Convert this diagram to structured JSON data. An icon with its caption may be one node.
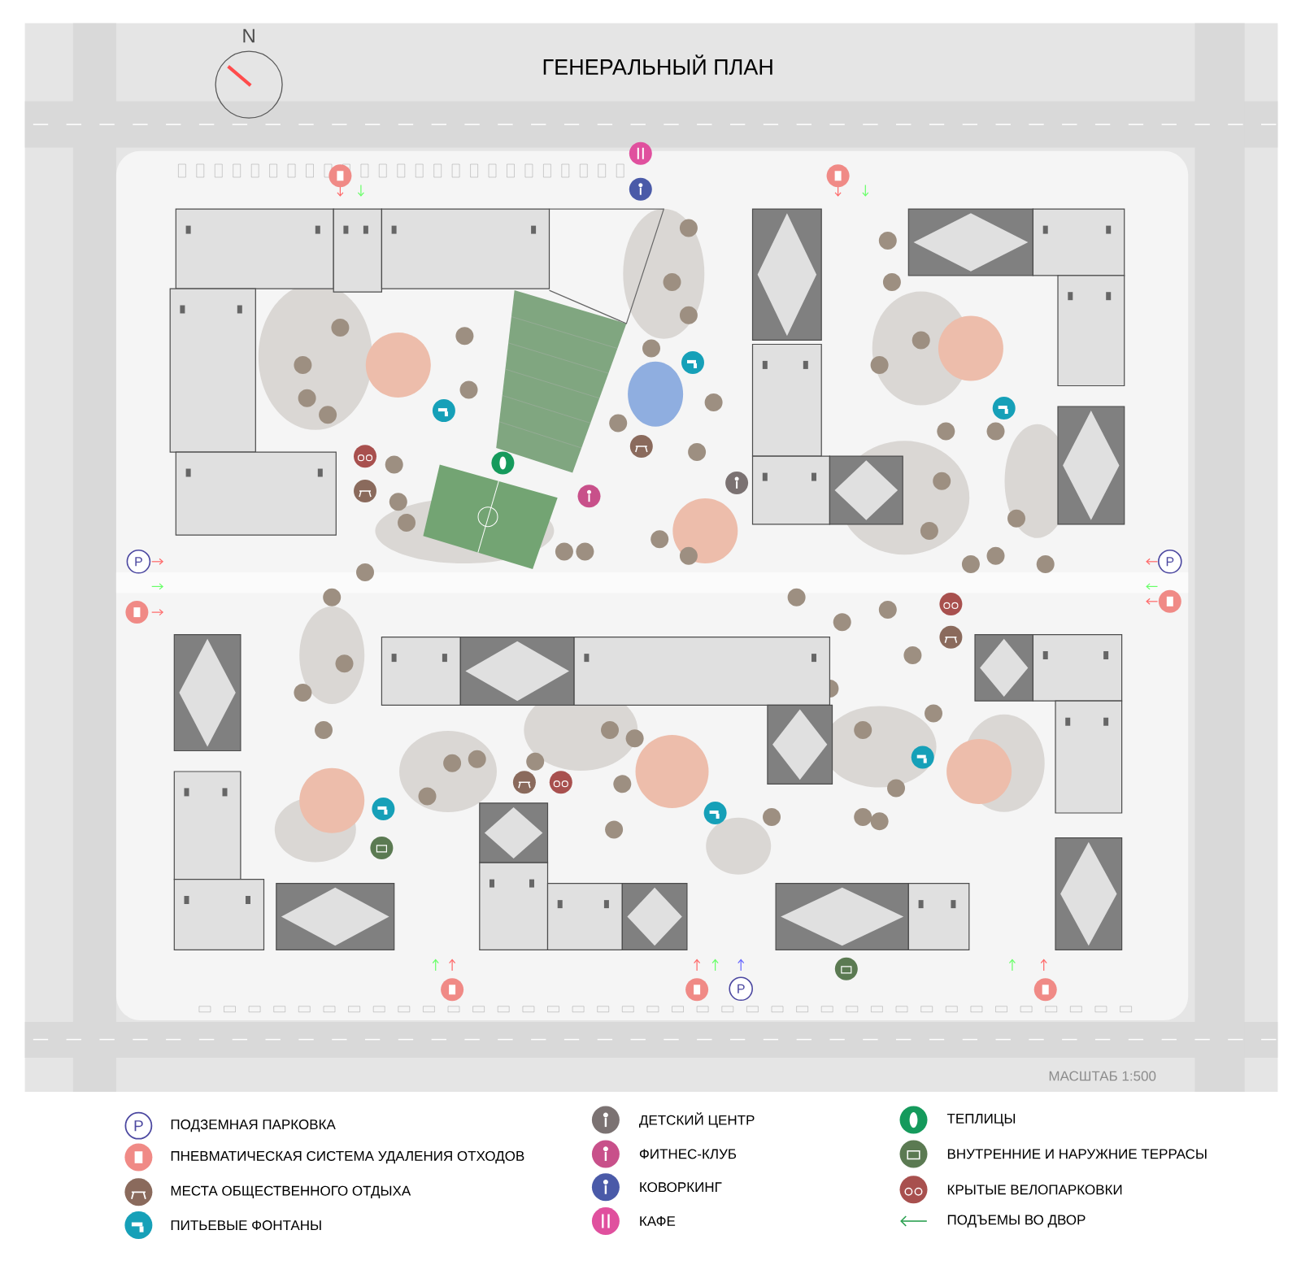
{
  "diagram": {
    "title": "ГЕНЕРАЛЬНЫЙ ПЛАН",
    "labels": [
      "N",
      "P",
      "P",
      "P",
      "МАСШТАБ 1:500",
      "P"
    ],
    "legend": [
      {
        "text": "ПОДЗЕМНАЯ ПАРКОВКА",
        "color": "#4b47a0"
      },
      {
        "text": "ПНЕВМАТИЧЕСКАЯ СИСТЕМА УДАЛЕНИЯ ОТХОДОВ",
        "color": "#f08a86"
      },
      {
        "text": "МЕСТА ОБЩЕСТВЕННОГО ОТДЫХА",
        "color": "#8a6a5c"
      },
      {
        "text": "ПИТЬЕВЫЕ ФОНТАНЫ",
        "color": "#16a0b8"
      },
      {
        "text": "ДЕТСКИЙ ЦЕНТР",
        "color": "#7b7272"
      },
      {
        "text": "ФИТНЕС-КЛУБ",
        "color": "#c8508a"
      },
      {
        "text": "КОВОРКИНГ",
        "color": "#4a5aa8"
      },
      {
        "text": "КАФЕ",
        "color": "#e0509e"
      },
      {
        "text": "ТЕПЛИЦЫ",
        "color": "#159a5c"
      },
      {
        "text": "ВНУТРЕННИЕ И НАРУЖНИЕ ТЕРРАСЫ",
        "color": "#5b7a52"
      },
      {
        "text": "КРЫТЫЕ ВЕЛОПАРКОВКИ",
        "color": "#a8504e"
      },
      {
        "text": "ПОДЪЕМЫ ВО ДВОР"
      }
    ]
  }
}
